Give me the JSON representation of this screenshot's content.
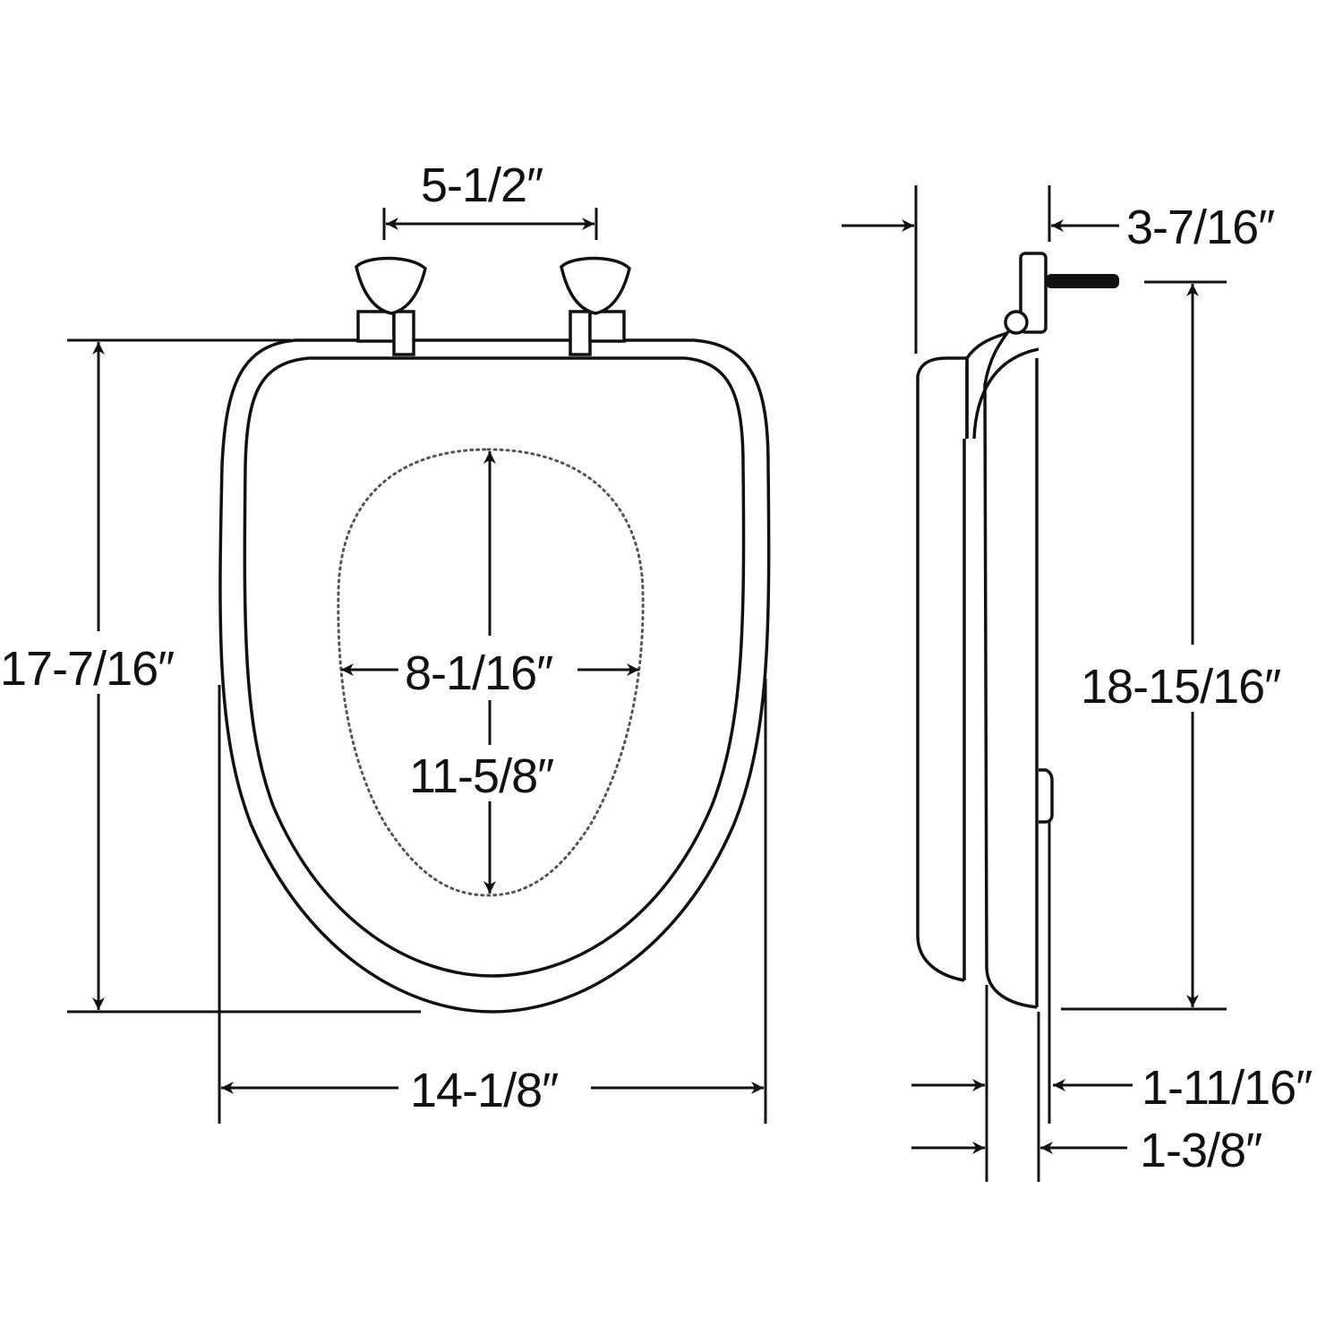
{
  "diagram": {
    "subject": "Elongated toilet seat dimension drawing",
    "views": [
      {
        "name": "top-view",
        "dimensions": {
          "hinge_spacing": "5-1/2″",
          "overall_length": "17-7/16″",
          "overall_width": "14-1/8″",
          "opening_width": "8-1/16″",
          "opening_length": "11-5/8″"
        }
      },
      {
        "name": "side-view",
        "dimensions": {
          "hinge_depth": "3-7/16″",
          "bolt_to_front_length": "18-15/16″",
          "closed_height": "1-11/16″",
          "seat_height": "1-3/8″"
        }
      }
    ]
  },
  "labels": {
    "hinge_spacing": "5-1/2″",
    "overall_length": "17-7/16″",
    "overall_width": "14-1/8″",
    "opening_width": "8-1/16″",
    "opening_length": "11-5/8″",
    "hinge_depth": "3-7/16″",
    "bolt_to_front_length": "18-15/16″",
    "closed_height": "1-11/16″",
    "seat_height": "1-3/8″"
  },
  "colors": {
    "line": "#111111",
    "background": "#ffffff",
    "dotted_outline": "#555555"
  }
}
